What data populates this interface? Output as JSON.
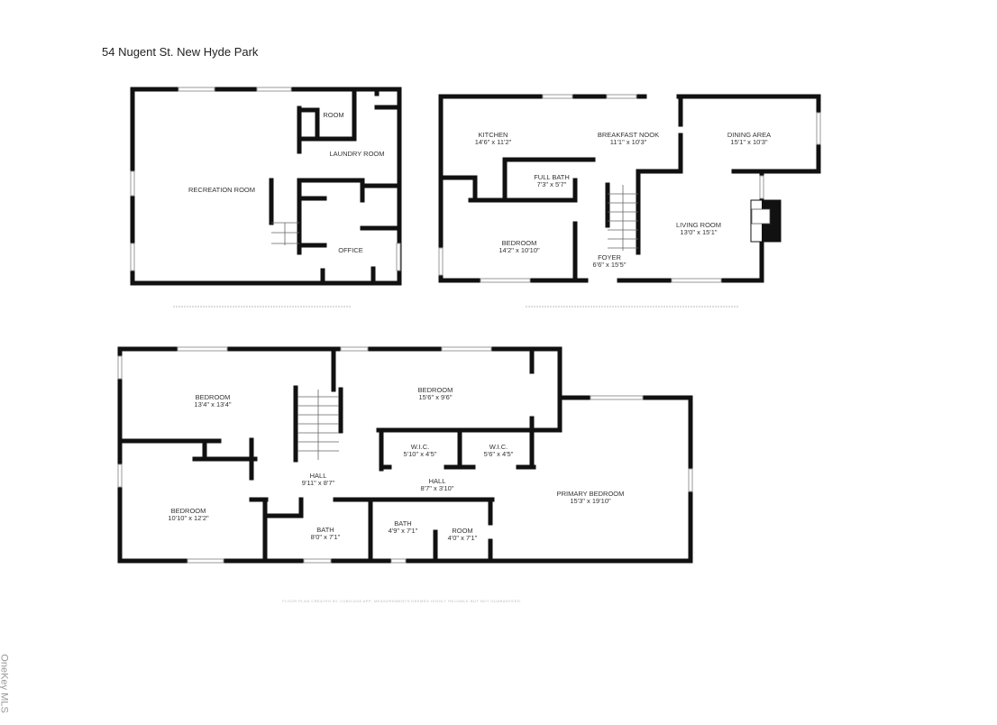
{
  "title": "54 Nugent St. New Hyde Park",
  "watermark": "OneKey MLS",
  "lower_level": {
    "rooms": [
      {
        "name": "ROOM",
        "dims": ""
      },
      {
        "name": "LAUNDRY ROOM",
        "dims": ""
      },
      {
        "name": "RECREATION ROOM",
        "dims": ""
      },
      {
        "name": "OFFICE",
        "dims": ""
      }
    ]
  },
  "first_floor": {
    "rooms": [
      {
        "name": "KITCHEN",
        "dims": "14'6\" x 11'2\""
      },
      {
        "name": "BREAKFAST NOOK",
        "dims": "11'1\" x 10'3\""
      },
      {
        "name": "DINING AREA",
        "dims": "15'1\" x 10'3\""
      },
      {
        "name": "FULL BATH",
        "dims": "7'3\" x 5'7\""
      },
      {
        "name": "BEDROOM",
        "dims": "14'2\" x 10'10\""
      },
      {
        "name": "FOYER",
        "dims": "6'6\" x 15'5\""
      },
      {
        "name": "LIVING ROOM",
        "dims": "13'0\" x 15'1\""
      }
    ]
  },
  "second_floor": {
    "rooms": [
      {
        "name": "BEDROOM",
        "dims": "13'4\" x 13'4\""
      },
      {
        "name": "BEDROOM",
        "dims": "15'6\" x 9'6\""
      },
      {
        "name": "W.I.C.",
        "dims": "5'10\" x 4'5\""
      },
      {
        "name": "W.I.C.",
        "dims": "5'6\" x 4'5\""
      },
      {
        "name": "HALL",
        "dims": "9'11\" x 8'7\""
      },
      {
        "name": "HALL",
        "dims": "8'7\" x 3'10\""
      },
      {
        "name": "PRIMARY BEDROOM",
        "dims": "15'3\" x 19'10\""
      },
      {
        "name": "BEDROOM",
        "dims": "10'10\" x 12'2\""
      },
      {
        "name": "BATH",
        "dims": "8'0\" x 7'1\""
      },
      {
        "name": "BATH",
        "dims": "4'9\" x 7'1\""
      },
      {
        "name": "ROOM",
        "dims": "4'0\" x 7'1\""
      }
    ],
    "footer": "FLOOR PLAN CREATED BY CUBICASA APP. MEASUREMENTS DEEMED HIGHLY RELIABLE BUT NOT GUARANTEED."
  }
}
